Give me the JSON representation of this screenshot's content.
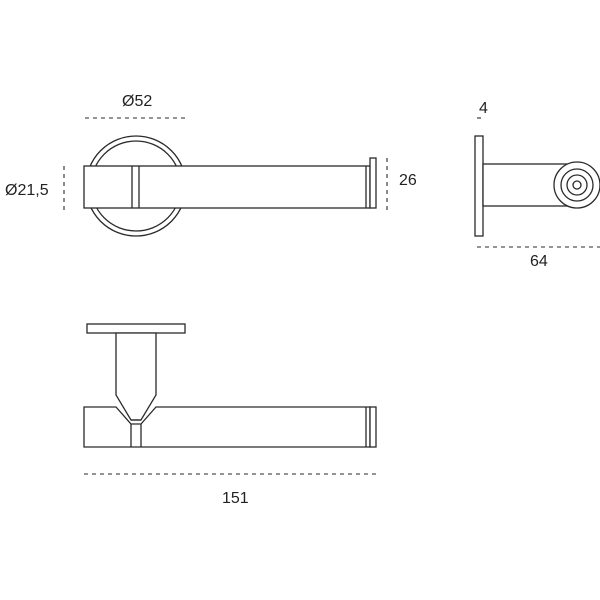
{
  "dimensions": {
    "diameter_rose": "Ø52",
    "diameter_lever": "Ø21,5",
    "lever_height": "26",
    "rose_thickness": "4",
    "projection": "64",
    "length": "151"
  }
}
